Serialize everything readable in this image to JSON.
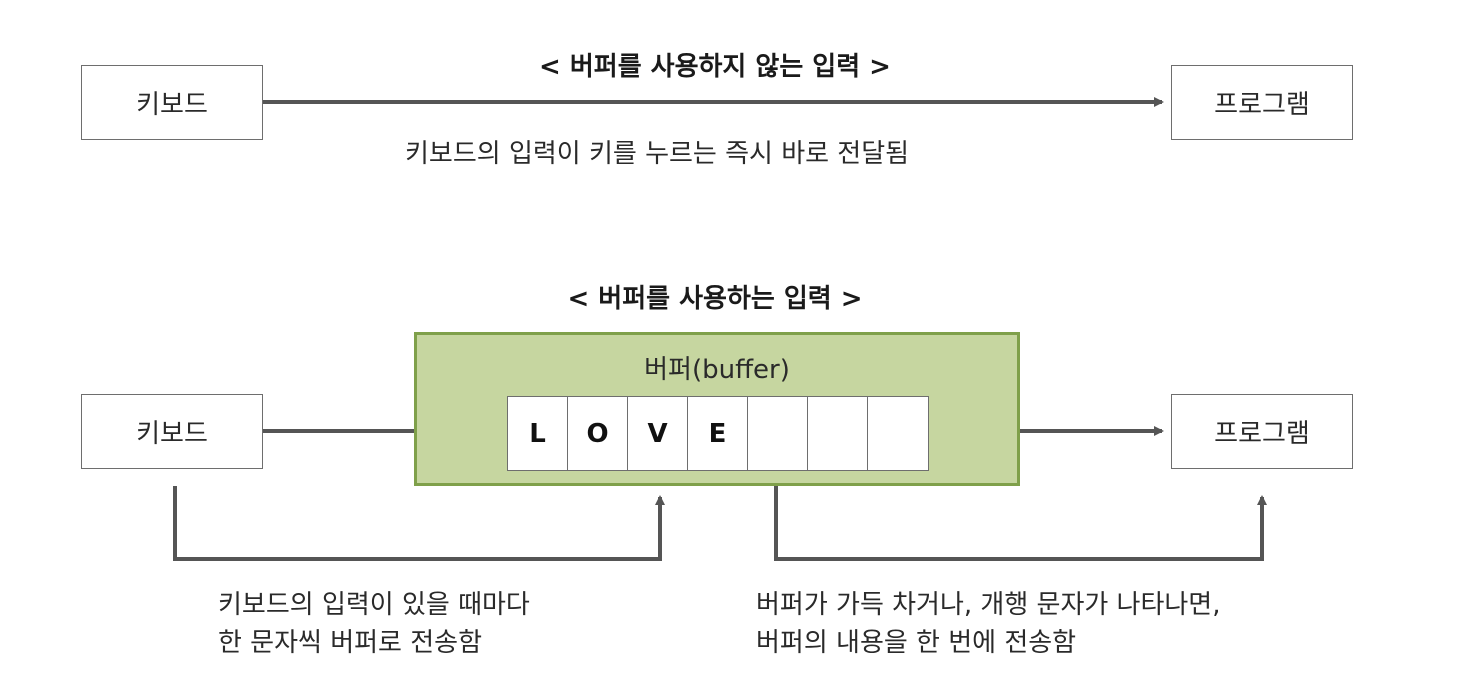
{
  "top_section": {
    "title": "< 버퍼를 사용하지 않는 입력 >",
    "keyboard_label": "키보드",
    "program_label": "프로그램",
    "caption": "키보드의 입력이 키를 누르는 즉시 바로 전달됨"
  },
  "bottom_section": {
    "title": "< 버퍼를 사용하는 입력 >",
    "keyboard_label": "키보드",
    "program_label": "프로그램",
    "buffer_label": "버퍼(buffer)",
    "buffer_cells": [
      "L",
      "O",
      "V",
      "E",
      "",
      "",
      ""
    ],
    "left_caption": [
      "키보드의 입력이 있을 때마다",
      "한 문자씩 버퍼로 전송함"
    ],
    "right_caption": [
      "버퍼가 가득 차거나, 개행 문자가 나타나면,",
      "버퍼의 내용을 한 번에 전송함"
    ]
  },
  "colors": {
    "buffer_fill": "#c6d6a0",
    "buffer_border": "#7fa04a",
    "arrow": "#555555",
    "box_border": "#6e6e6e"
  }
}
